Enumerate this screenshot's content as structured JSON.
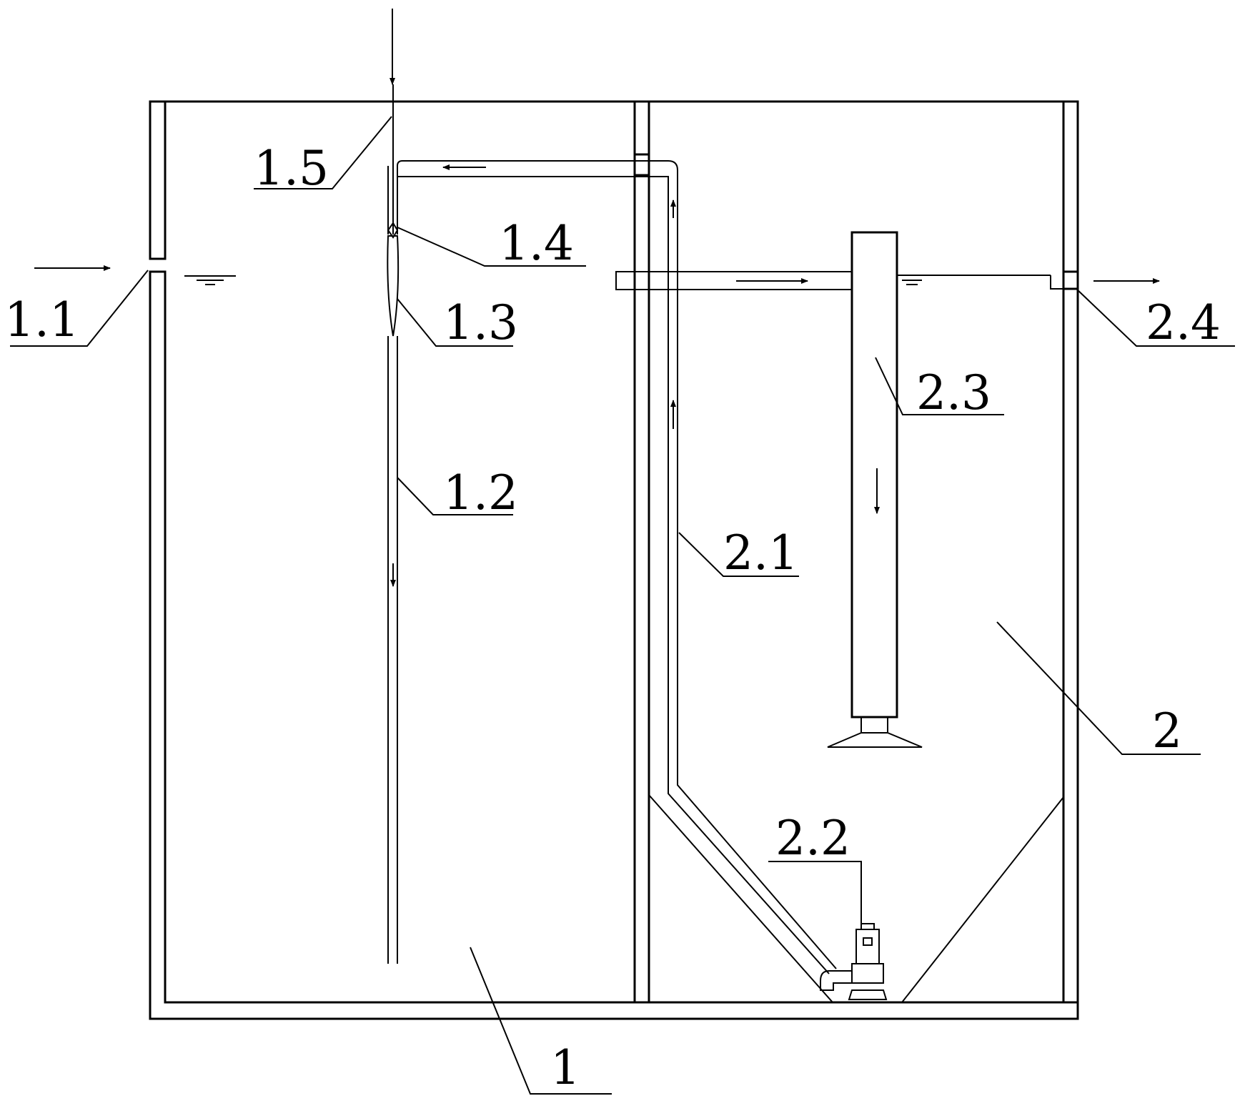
{
  "labels": {
    "l1_1": "1.1",
    "l1_2": "1.2",
    "l1_3": "1.3",
    "l1_4": "1.4",
    "l1_5": "1.5",
    "l1": "1",
    "l2_1": "2.1",
    "l2_2": "2.2",
    "l2_3": "2.3",
    "l2_4": "2.4",
    "l2": "2"
  }
}
